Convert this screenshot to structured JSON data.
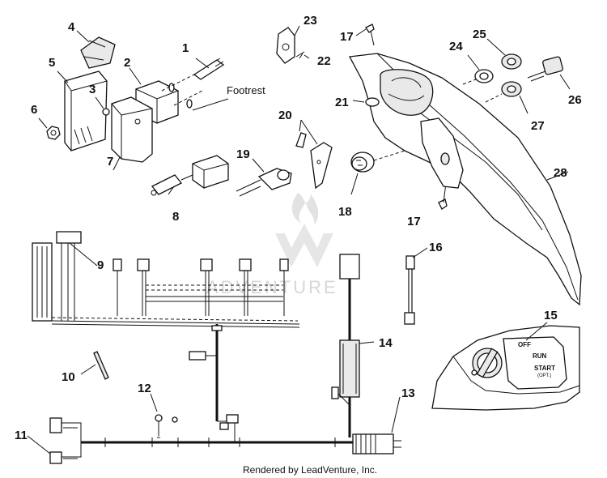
{
  "callouts": {
    "c1": "1",
    "c2": "2",
    "c3": "3",
    "c4": "4",
    "c5": "5",
    "c6": "6",
    "c7": "7",
    "c8": "8",
    "c9": "9",
    "c10": "10",
    "c11": "11",
    "c12": "12",
    "c13": "13",
    "c14": "14",
    "c15": "15",
    "c16": "16",
    "c17a": "17",
    "c17b": "17",
    "c18": "18",
    "c19": "19",
    "c20": "20",
    "c21": "21",
    "c22": "22",
    "c23": "23",
    "c24": "24",
    "c25": "25",
    "c26": "26",
    "c27": "27",
    "c28": "28"
  },
  "annotations": {
    "footrest": "Footrest",
    "switch_off": "OFF",
    "switch_run": "RUN",
    "switch_start": "START",
    "switch_start_sub": "(OPT.)"
  },
  "watermark": "ADVENTURE",
  "footer": {
    "credit": "Rendered by LeadVenture, Inc."
  },
  "colors": {
    "ink": "#111111",
    "watermark": "#d7d7d7",
    "background": "#ffffff"
  }
}
